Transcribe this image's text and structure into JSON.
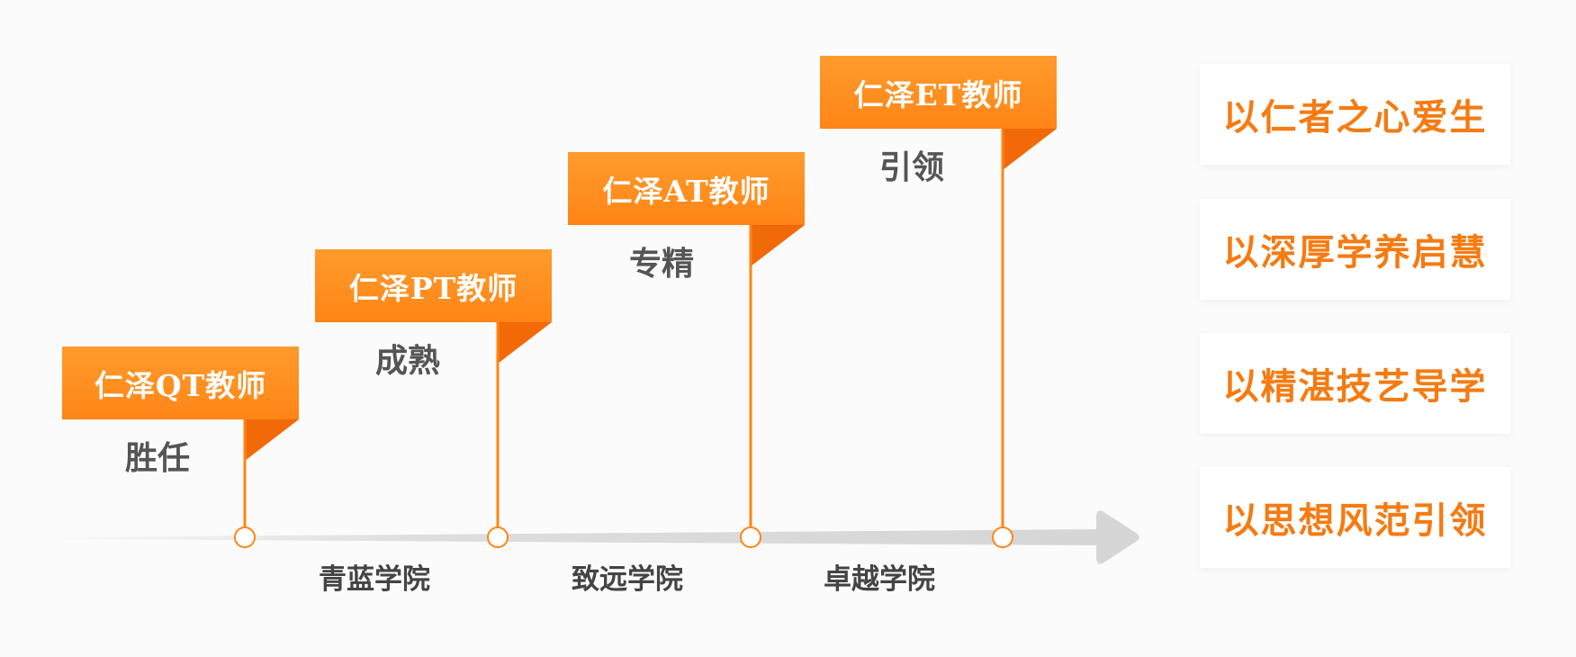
{
  "stages": [
    {
      "title": "仁泽QT教师",
      "subtitle": "胜任"
    },
    {
      "title": "仁泽PT教师",
      "subtitle": "成熟"
    },
    {
      "title": "仁泽AT教师",
      "subtitle": "专精"
    },
    {
      "title": "仁泽ET教师",
      "subtitle": "引领"
    }
  ],
  "academies": [
    "青蓝学院",
    "致远学院",
    "卓越学院"
  ],
  "values": [
    "以仁者之心爱生",
    "以深厚学养启慧",
    "以精湛技艺导学",
    "以思想风范引领"
  ],
  "colors": {
    "accent": "#ff8516",
    "accent_dark": "#f26a08",
    "arrow": "#d6d6d6",
    "value_text": "#f57b12"
  }
}
